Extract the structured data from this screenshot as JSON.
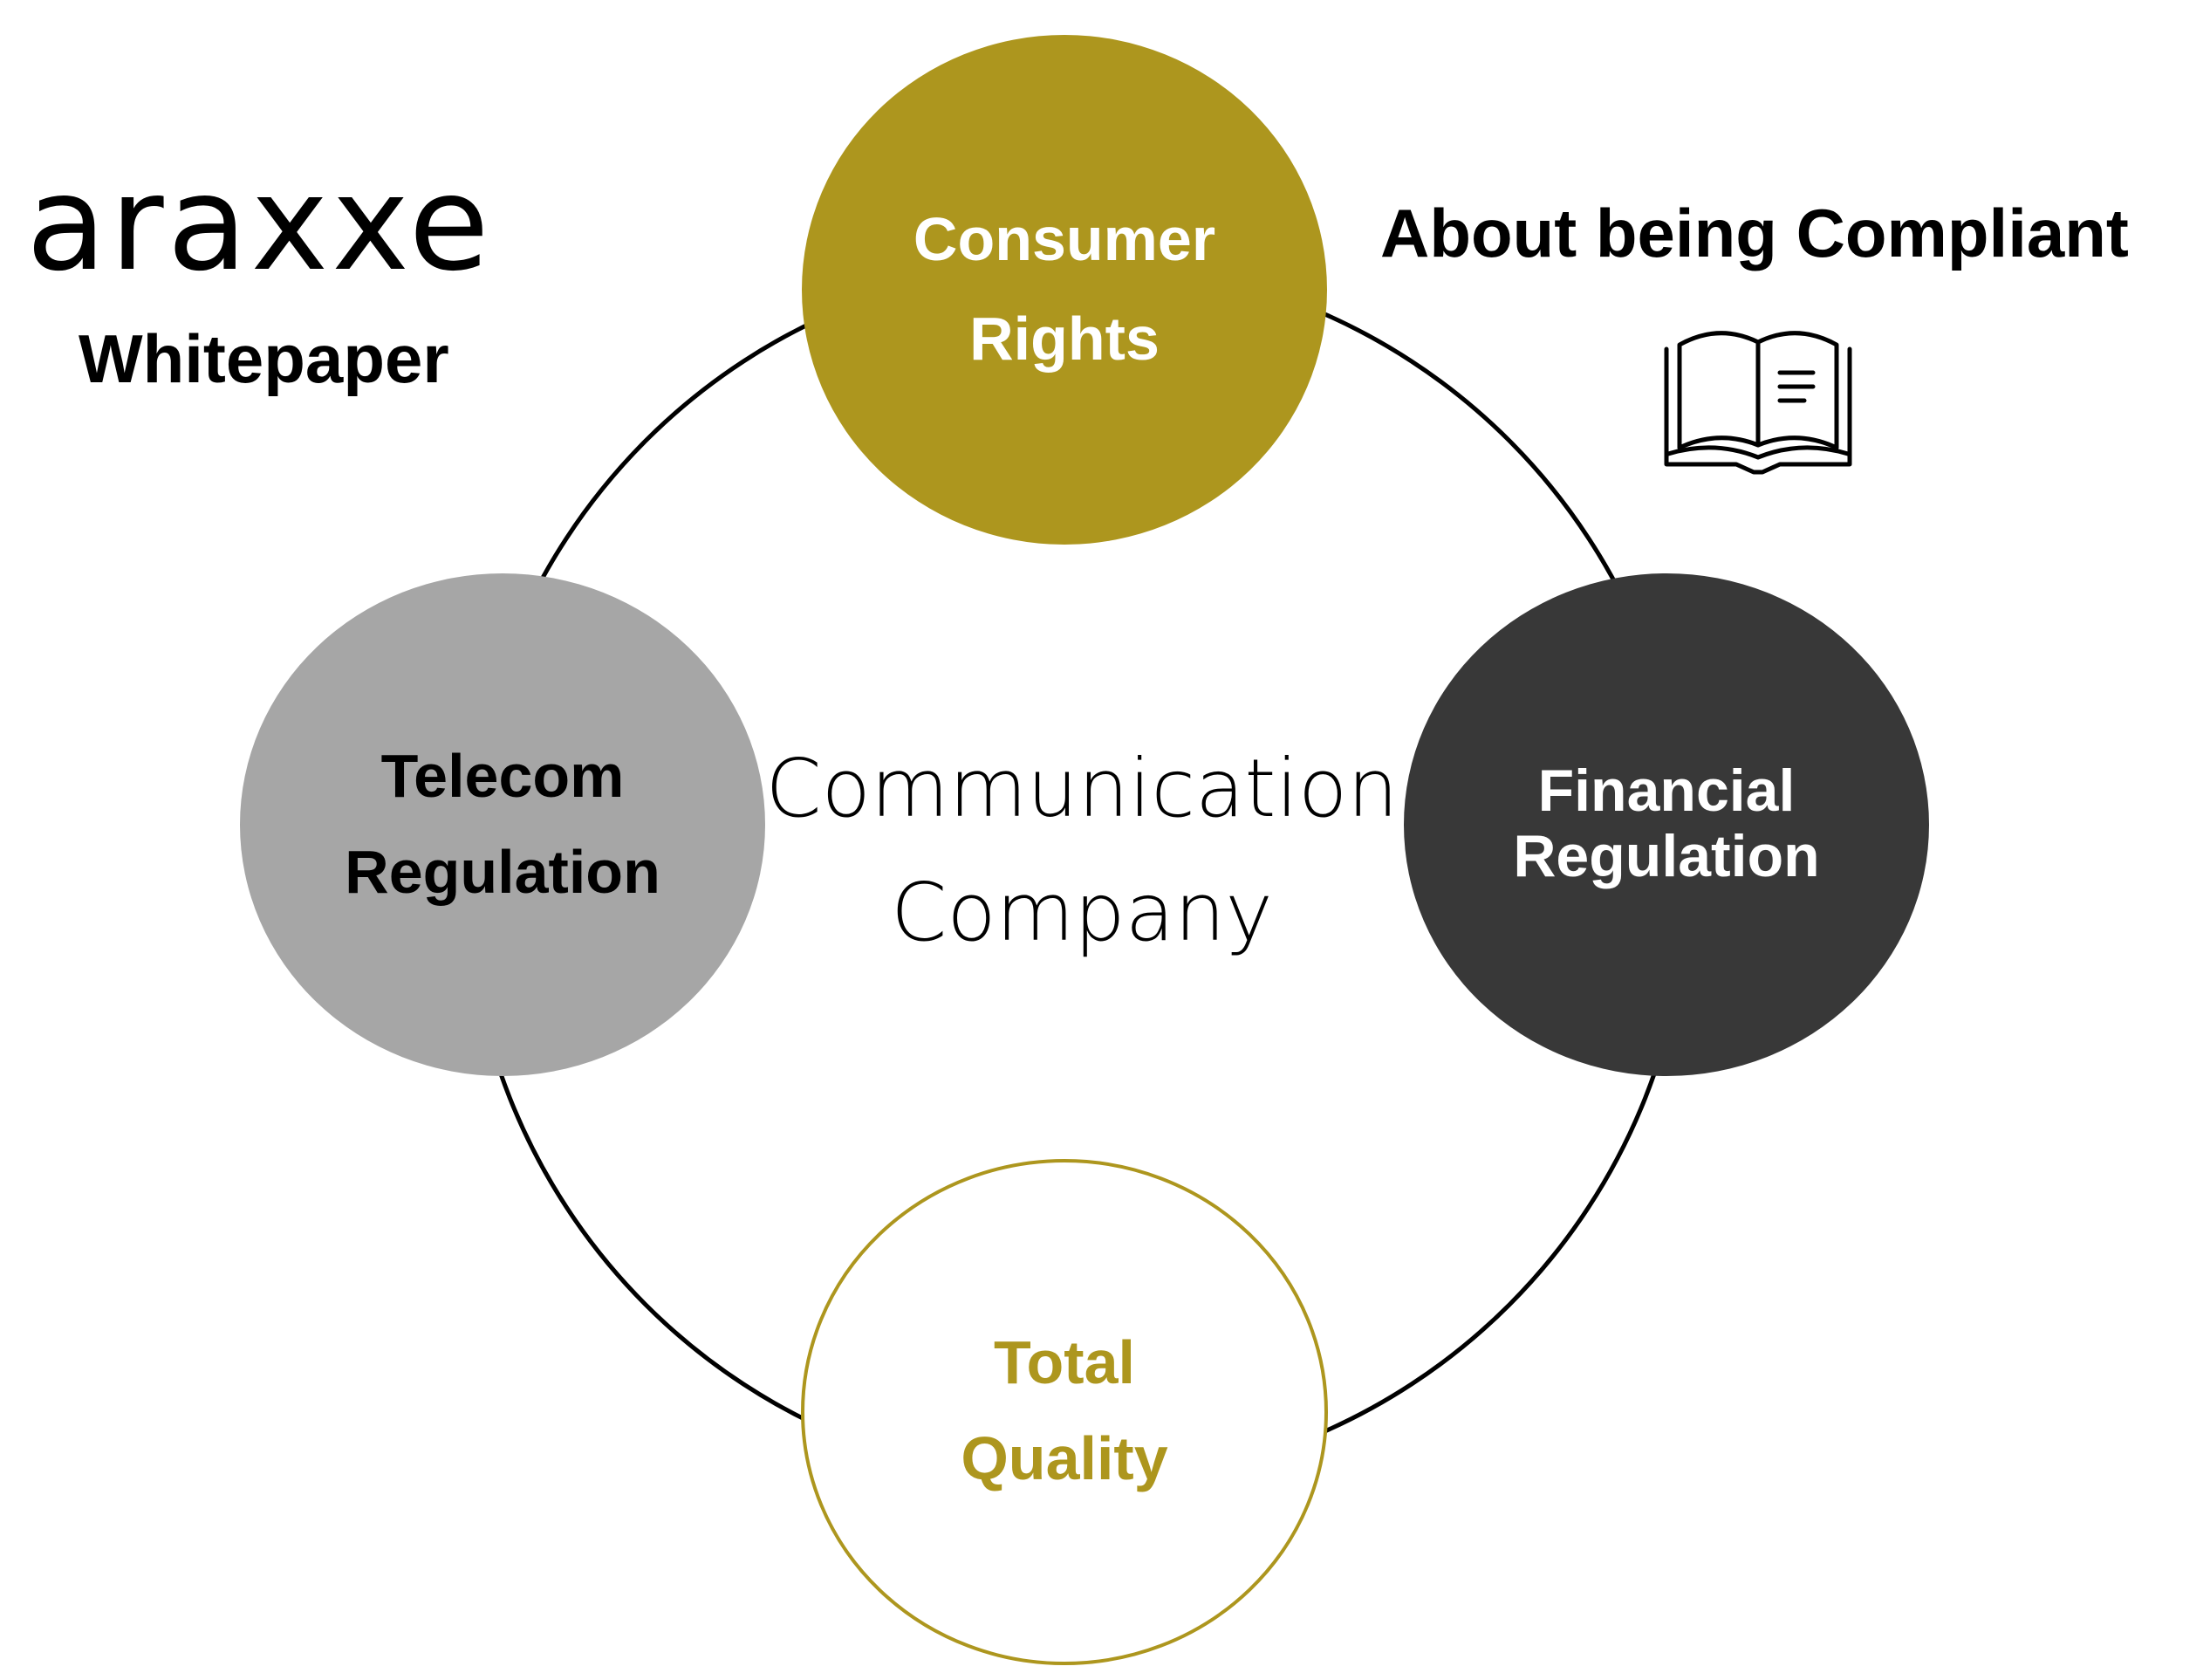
{
  "brand": {
    "logo_text": "araxxe",
    "subtitle": "Whitepaper"
  },
  "header": {
    "title": "About being Compliant",
    "icon": "open-book-icon"
  },
  "center": {
    "line1": "Communication",
    "line2": "Company"
  },
  "nodes": {
    "consumer_rights": {
      "line1": "Consumer",
      "line2": "Rights",
      "fill": "#ad961e",
      "text_color": "#ffffff"
    },
    "telecom_regulation": {
      "line1": "Telecom",
      "line2": "Regulation",
      "fill": "#a6a6a6",
      "text_color": "#000000"
    },
    "financial_regulation": {
      "line1": "Financial",
      "line2": "Regulation",
      "fill": "#383838",
      "text_color": "#ffffff"
    },
    "total_quality": {
      "line1": "Total",
      "line2": "Quality",
      "fill": "#ffffff",
      "stroke": "#ad961e",
      "text_color": "#ad961e"
    }
  },
  "colors": {
    "ring": "#000000",
    "gold": "#ad961e"
  }
}
